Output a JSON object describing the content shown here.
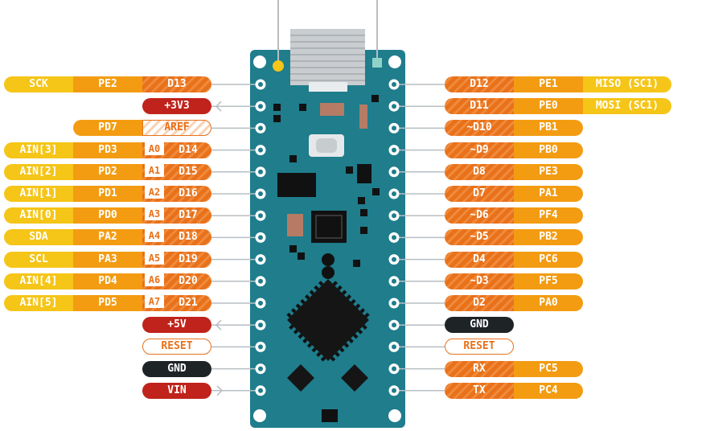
{
  "colors": {
    "board": "#1F7D8C",
    "yellow": "#F5C518",
    "orange": "#F39C12",
    "hatch_orange": "#E8711A",
    "power_red": "#C0231B",
    "ground_dark": "#1E2326",
    "wire_gray": "#B8BEC2"
  },
  "left_pins": [
    {
      "func": "SCK",
      "port": "PE2",
      "analog": "",
      "digital": "D13",
      "style": "digital"
    },
    {
      "func": "",
      "port": "",
      "analog": "",
      "digital": "+3V3",
      "style": "power",
      "arrow": "out"
    },
    {
      "func": "",
      "port": "PD7",
      "analog": "",
      "digital": "AREF",
      "style": "outline"
    },
    {
      "func": "AIN[3]",
      "port": "PD3",
      "analog": "A0",
      "digital": "D14",
      "style": "analog"
    },
    {
      "func": "AIN[2]",
      "port": "PD2",
      "analog": "A1",
      "digital": "D15",
      "style": "analog"
    },
    {
      "func": "AIN[1]",
      "port": "PD1",
      "analog": "A2",
      "digital": "D16",
      "style": "analog"
    },
    {
      "func": "AIN[0]",
      "port": "PD0",
      "analog": "A3",
      "digital": "D17",
      "style": "analog"
    },
    {
      "func": "SDA",
      "port": "PA2",
      "analog": "A4",
      "digital": "D18",
      "style": "analog"
    },
    {
      "func": "SCL",
      "port": "PA3",
      "analog": "A5",
      "digital": "D19",
      "style": "analog"
    },
    {
      "func": "AIN[4]",
      "port": "PD4",
      "analog": "A6",
      "digital": "D20",
      "style": "analog"
    },
    {
      "func": "AIN[5]",
      "port": "PD5",
      "analog": "A7",
      "digital": "D21",
      "style": "analog"
    },
    {
      "func": "",
      "port": "",
      "analog": "",
      "digital": "+5V",
      "style": "power",
      "arrow": "out"
    },
    {
      "func": "",
      "port": "",
      "analog": "",
      "digital": "RESET",
      "style": "reset"
    },
    {
      "func": "",
      "port": "",
      "analog": "",
      "digital": "GND",
      "style": "ground"
    },
    {
      "func": "",
      "port": "",
      "analog": "",
      "digital": "VIN",
      "style": "power",
      "arrow": "in"
    }
  ],
  "right_pins": [
    {
      "digital": "D12",
      "port": "PE1",
      "func": "MISO (SC1)",
      "style": "digital"
    },
    {
      "digital": "D11",
      "port": "PE0",
      "func": "MOSI (SC1)",
      "style": "digital"
    },
    {
      "digital": "~D10",
      "port": "PB1",
      "func": "",
      "style": "digital"
    },
    {
      "digital": "~D9",
      "port": "PB0",
      "func": "",
      "style": "digital"
    },
    {
      "digital": "D8",
      "port": "PE3",
      "func": "",
      "style": "digital"
    },
    {
      "digital": "D7",
      "port": "PA1",
      "func": "",
      "style": "digital"
    },
    {
      "digital": "~D6",
      "port": "PF4",
      "func": "",
      "style": "digital"
    },
    {
      "digital": "~D5",
      "port": "PB2",
      "func": "",
      "style": "digital"
    },
    {
      "digital": "D4",
      "port": "PC6",
      "func": "",
      "style": "digital"
    },
    {
      "digital": "~D3",
      "port": "PF5",
      "func": "",
      "style": "digital"
    },
    {
      "digital": "D2",
      "port": "PA0",
      "func": "",
      "style": "digital"
    },
    {
      "digital": "GND",
      "port": "",
      "func": "",
      "style": "ground"
    },
    {
      "digital": "RESET",
      "port": "",
      "func": "",
      "style": "reset"
    },
    {
      "digital": "RX",
      "port": "PC5",
      "func": "",
      "style": "digital"
    },
    {
      "digital": "TX",
      "port": "PC4",
      "func": "",
      "style": "digital"
    }
  ]
}
